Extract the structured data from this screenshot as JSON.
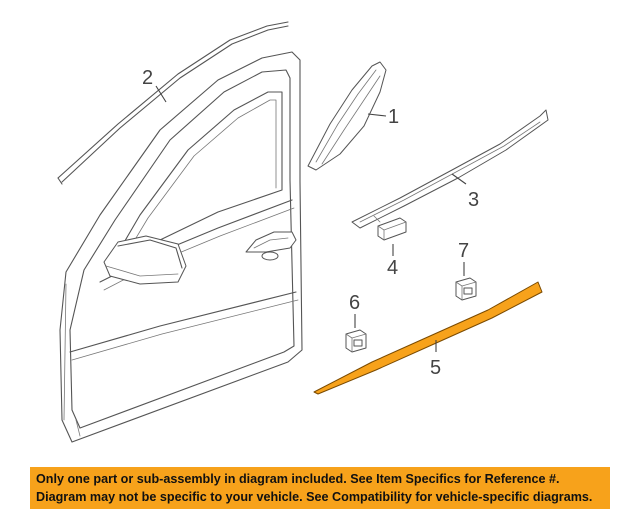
{
  "callouts": {
    "c1": "1",
    "c2": "2",
    "c3": "3",
    "c4": "4",
    "c5": "5",
    "c6": "6",
    "c7": "7"
  },
  "highlight_color": "#f7a21b",
  "notice": {
    "line1": "Only one part or sub-assembly in diagram included. See Item Specifics for Reference #.",
    "line2": "Diagram may not be specific to your vehicle. See Compatibility for vehicle-specific diagrams."
  }
}
